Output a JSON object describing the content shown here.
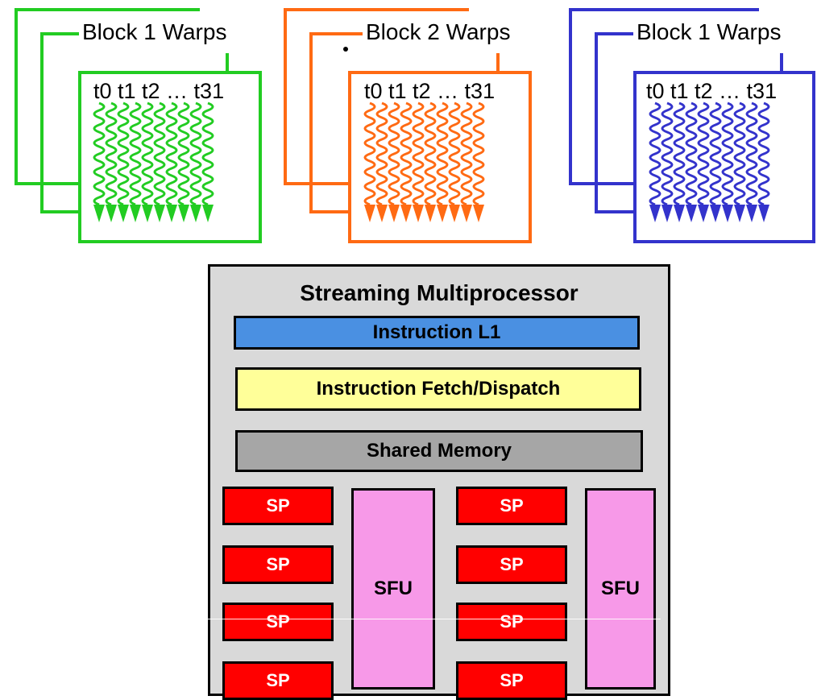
{
  "warp_groups": [
    {
      "label": "Block 1 Warps",
      "threads": "t0 t1 t2 … t31",
      "color": "#22cc22"
    },
    {
      "label": "Block 2 Warps",
      "threads": "t0 t1 t2 … t31",
      "color": "#ff6a13"
    },
    {
      "label": "Block 1 Warps",
      "threads": "t0 t1 t2 … t31",
      "color": "#3333cc"
    }
  ],
  "sm": {
    "title": "Streaming Multiprocessor",
    "instruction_l1": "Instruction L1",
    "fetch_dispatch": "Instruction Fetch/Dispatch",
    "shared_memory": "Shared Memory",
    "sp_label": "SP",
    "sfu_label": "SFU",
    "colors": {
      "background": "#d9d9d9",
      "instruction_l1": "#4a90e2",
      "fetch_dispatch": "#ffff99",
      "shared_memory": "#a6a6a6",
      "sp": "#ff0000",
      "sfu": "#f799e8"
    }
  }
}
